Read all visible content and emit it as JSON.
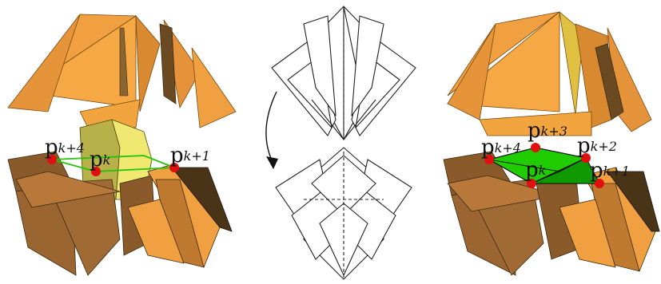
{
  "left_panel": {
    "points": [
      {
        "name": "k+4",
        "label": "p",
        "sub": "k+4"
      },
      {
        "name": "k",
        "label": "p",
        "sub": "k"
      },
      {
        "name": "k+1",
        "label": "p",
        "sub": "k+1"
      }
    ]
  },
  "right_panel": {
    "points": [
      {
        "name": "k+3",
        "label": "p",
        "sub": "k+3"
      },
      {
        "name": "k+4",
        "label": "p",
        "sub": "k+4"
      },
      {
        "name": "k+2",
        "label": "p",
        "sub": "k+2"
      },
      {
        "name": "k",
        "label": "p",
        "sub": "k"
      },
      {
        "name": "k+1",
        "label": "p",
        "sub": "k+1"
      }
    ]
  },
  "colors": {
    "orange": "#f2a33c",
    "orange_dark": "#c87a22",
    "brown": "#8a5a2a",
    "brown_dark": "#4a3418",
    "yellow": "#f0e878",
    "olive": "#a8a040",
    "green": "#22c40a",
    "red_point": "#e01010"
  }
}
